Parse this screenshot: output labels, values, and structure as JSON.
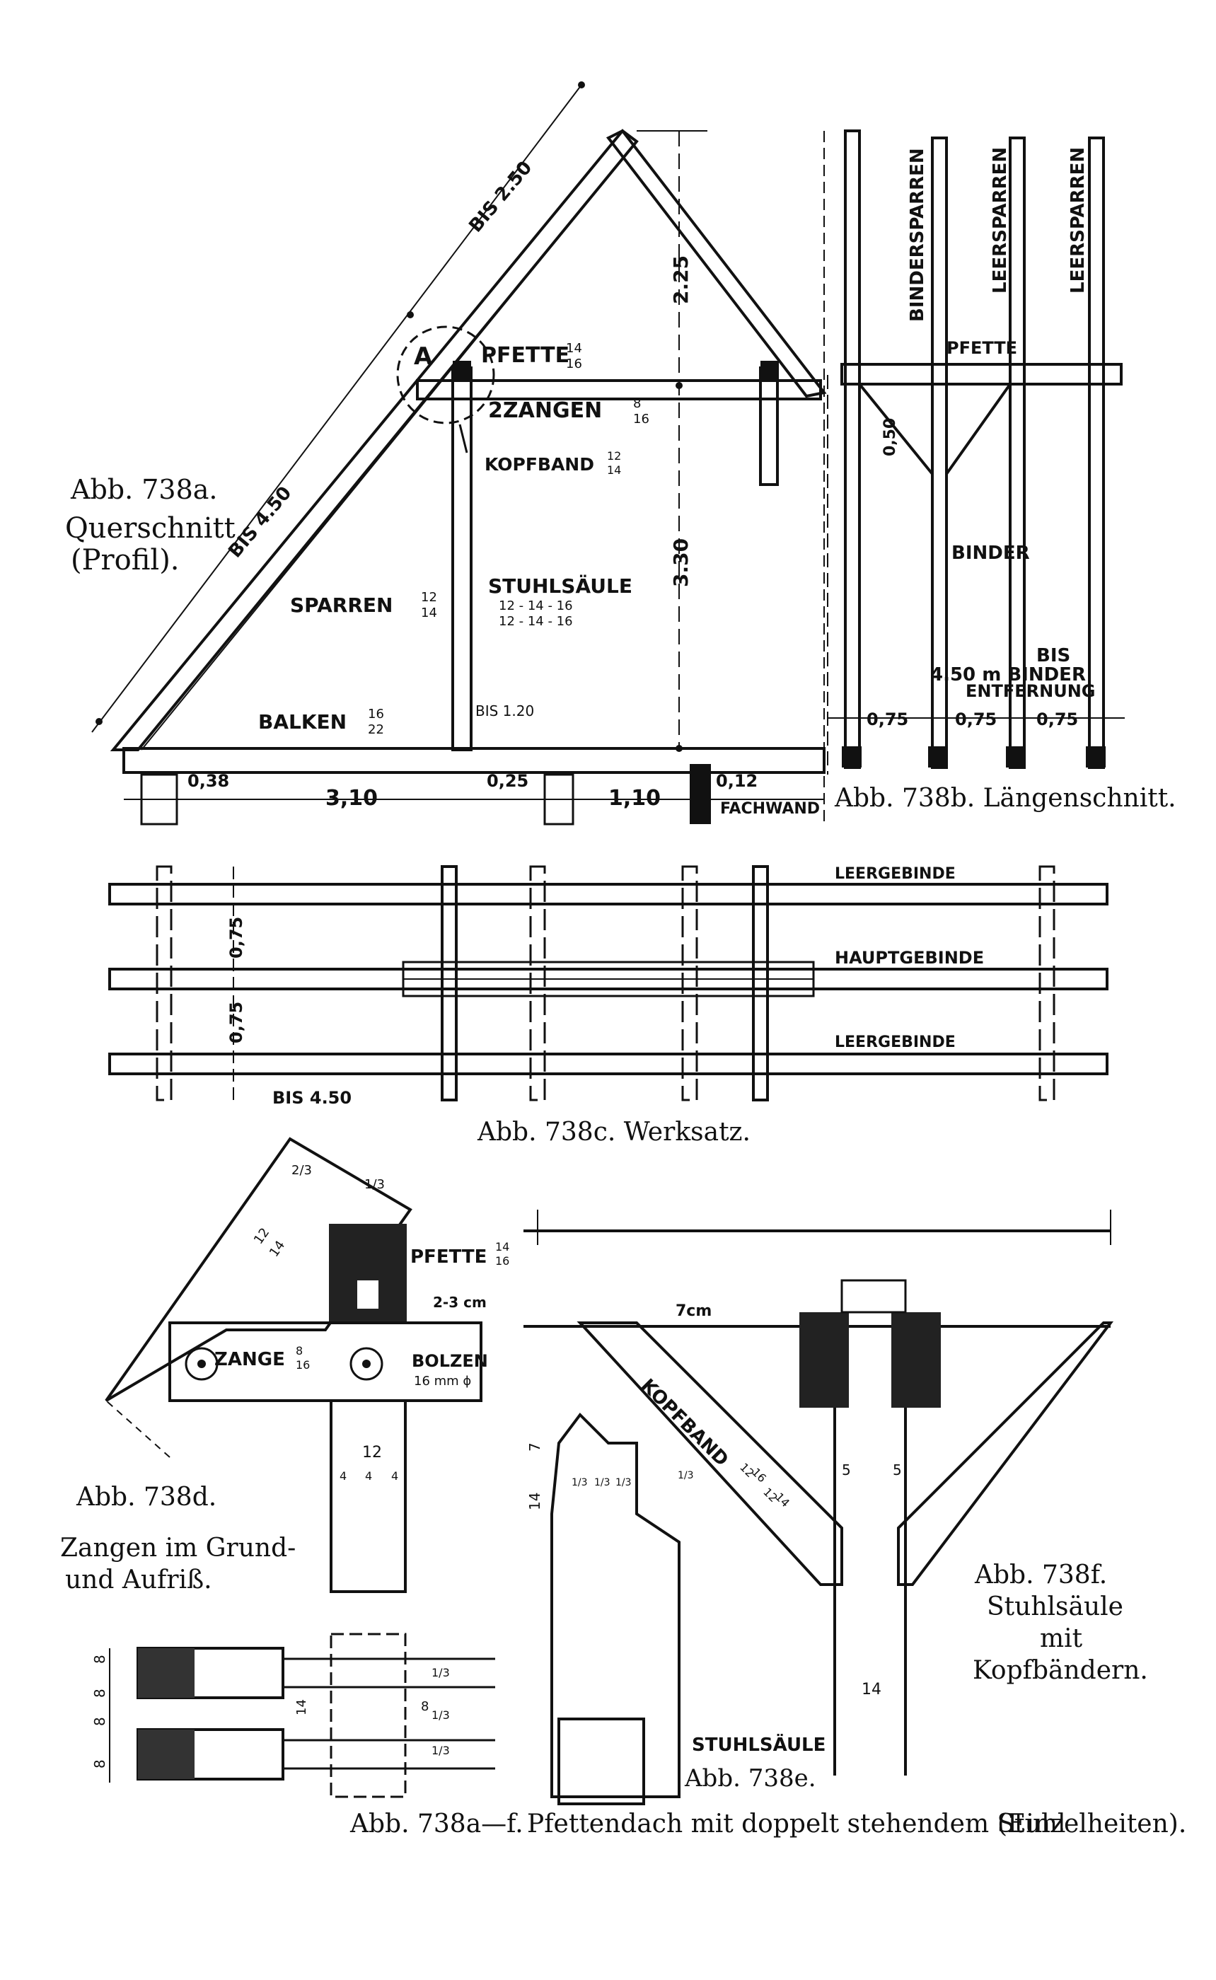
{
  "fig_a": {
    "caption": [
      "Abb. 738a.",
      "Querschnitt",
      "(Profil)."
    ],
    "label_a": "A",
    "pfette": "PFETTE",
    "pfette_dim": [
      "14",
      "16"
    ],
    "zangen": "2ZANGEN",
    "zangen_dim": [
      "8",
      "16"
    ],
    "kopfband": "KOPFBAND",
    "kopfband_dim": [
      "12",
      "14"
    ],
    "stuhlsaeule": "STUHLSÄULE",
    "stuhlsaeule_dim": [
      "12 - 14 - 16",
      "12 - 14 - 16"
    ],
    "sparren": "SPARREN",
    "sparren_dim": [
      "12",
      "14"
    ],
    "balken": "BALKEN",
    "balken_dim": [
      "16",
      "22"
    ],
    "bis_250": "BIS 2.50",
    "bis_450": "BIS 4.50",
    "h_225": "2.25",
    "h_330": "3.30",
    "bis_120": "BIS 1.20",
    "d_038": "0,38",
    "d_310": "3,10",
    "d_025": "0,25",
    "d_110": "1,10",
    "d_012": "0,12",
    "fachwand": "FACHWAND"
  },
  "fig_b": {
    "caption": "Abb. 738b. Längenschnitt.",
    "bindersparren": "BINDERSPARREN",
    "leersparren_1": "LEERSPARREN",
    "leersparren_2": "LEERSPARREN",
    "pfette": "PFETTE",
    "d_050": "0,50",
    "binder": "BINDER",
    "bis": "BIS",
    "bis_450": "4.50 m BINDER",
    "entfernung": "ENTFERNUNG",
    "d1": "0,75",
    "d2": "0,75",
    "d3": "0,75"
  },
  "fig_c": {
    "caption": "Abb. 738c. Werksatz.",
    "leergebinde_1": "LEERGEBINDE",
    "hauptgebinde": "HAUPTGEBINDE",
    "leergebinde_2": "LEERGEBINDE",
    "d1": "0,75",
    "d2": "0,75",
    "bis_450": "BIS 4.50"
  },
  "fig_d": {
    "caption": [
      "Abb. 738d.",
      "Zangen im Grund-",
      "und Aufriß."
    ],
    "pfette": "PFETTE",
    "pfette_dim": [
      "14",
      "16"
    ],
    "sparren_dim": [
      "12",
      "14"
    ],
    "zange": "ZANGE",
    "zange_dim": [
      "8",
      "16"
    ],
    "bolzen": "BOLZEN",
    "bolzen_dim": "16 mm ϕ",
    "gap": "2-3 cm",
    "d12": "12",
    "d4a": "4",
    "d4b": "4",
    "d4c": "4",
    "frac_a": "2/3",
    "frac_b": "1/3",
    "d14": "14",
    "v8a": "8",
    "v8b": "8",
    "v8c": "8",
    "v8d": "8",
    "r_frac": "1/3",
    "r_frac2": "1/3",
    "r_frac3": "1/3",
    "r_8": "8"
  },
  "fig_e": {
    "caption": "Abb. 738e.",
    "stuhlsaeule": "STUHLSÄULE",
    "kopfband": "KOPFBAND",
    "kopfband_dim": [
      "12",
      "16"
    ],
    "kopfband_dim2": [
      "12",
      "14"
    ],
    "d7cm": "7cm",
    "d7": "7",
    "d14": "14",
    "f1": "1/3",
    "f2": "1/3",
    "f3": "1/3",
    "f4": "1/3"
  },
  "fig_f": {
    "caption": [
      "Abb. 738f.",
      "Stuhlsäule",
      "mit",
      "Kopfbändern."
    ],
    "d5a": "5",
    "d5b": "5",
    "d14": "14"
  },
  "footer": {
    "left": "Abb. 738a—f.",
    "title": "Pfettendach mit doppelt stehendem Stuhl",
    "right": "(Einzelheiten)."
  }
}
